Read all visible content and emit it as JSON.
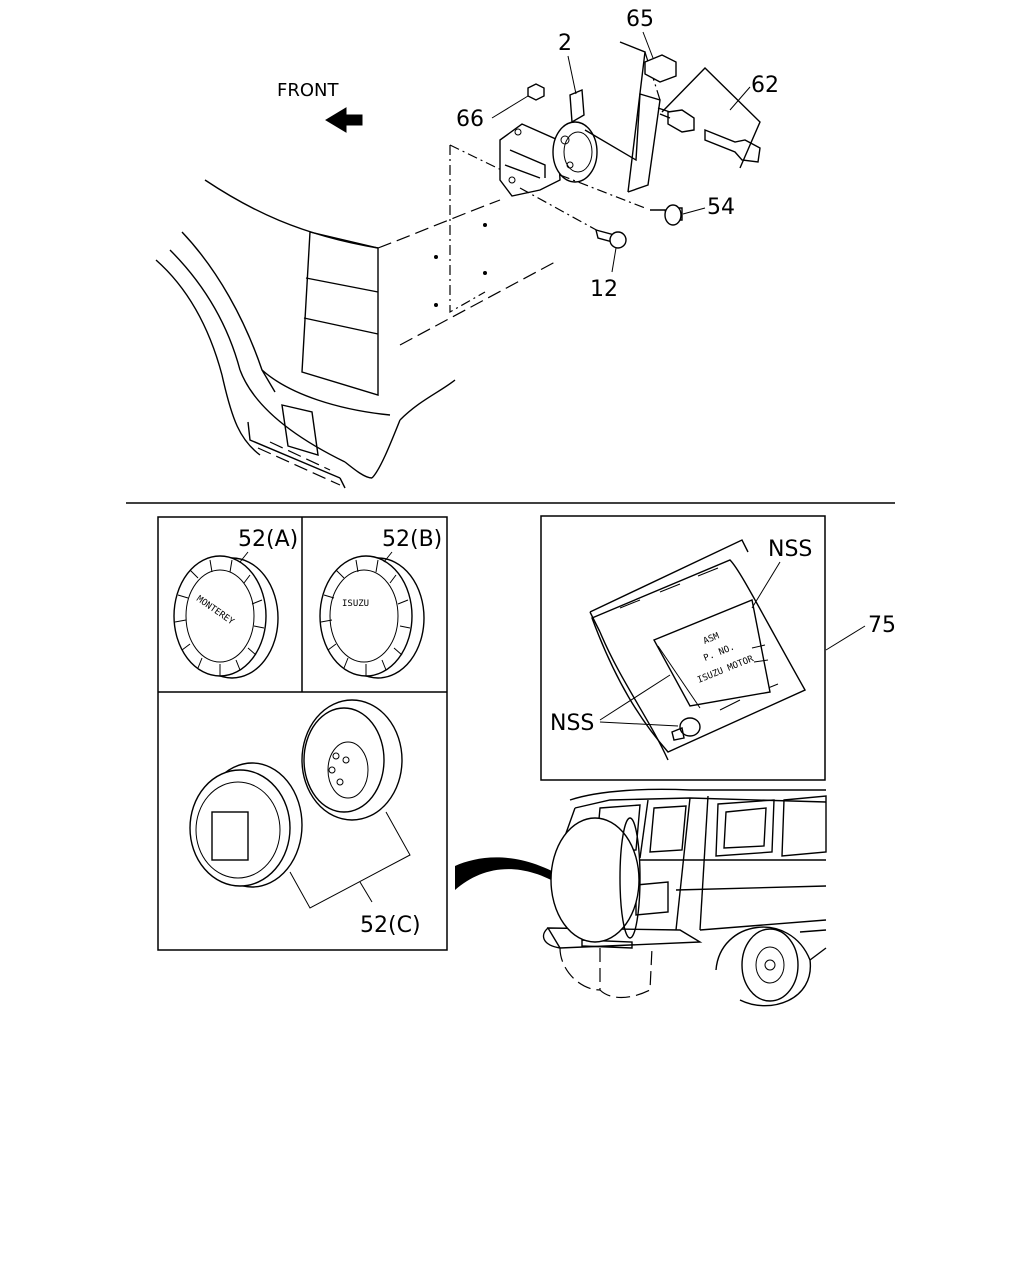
{
  "diagram": {
    "direction_label": "FRONT",
    "callouts": {
      "c65": "65",
      "c2": "2",
      "c62": "62",
      "c66": "66",
      "c54": "54",
      "c12": "12",
      "c52a": "52(A)",
      "c52b": "52(B)",
      "c52c": "52(C)",
      "c75": "75",
      "nss_top": "NSS",
      "nss_bottom": "NSS"
    },
    "emblem_text": "MONTEREY",
    "emblem_text_b": "ISUZU",
    "label_card": {
      "line1": "ASM",
      "line2": "P. NO.",
      "line3": "ISUZU MOTOR"
    }
  }
}
